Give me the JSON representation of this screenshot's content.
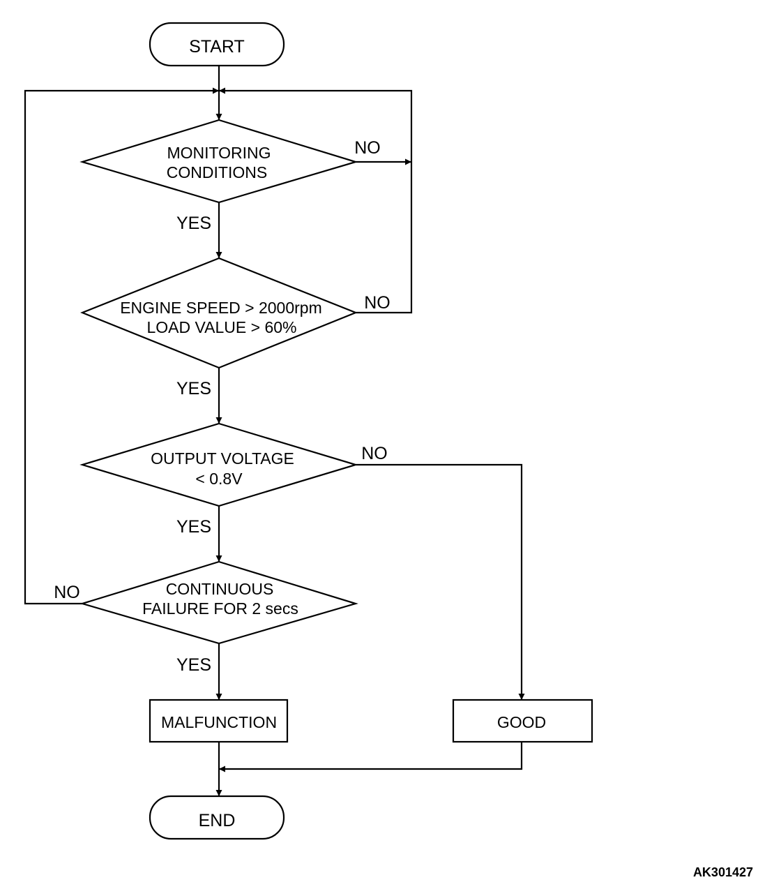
{
  "flowchart": {
    "start": "START",
    "end": "END",
    "decision_1": {
      "line1": "MONITORING",
      "line2": "CONDITIONS"
    },
    "decision_2": {
      "line1": "ENGINE SPEED > 2000rpm",
      "line2": "LOAD VALUE > 60%"
    },
    "decision_3": {
      "line1": "OUTPUT VOLTAGE",
      "line2": "< 0.8V"
    },
    "decision_4": {
      "line1": "CONTINUOUS",
      "line2": "FAILURE FOR 2 secs"
    },
    "malfunction": "MALFUNCTION",
    "good": "GOOD",
    "yes_label": "YES",
    "no_label": "NO"
  },
  "reference_code": "AK301427",
  "colors": {
    "stroke": "#000000",
    "background": "#ffffff"
  }
}
